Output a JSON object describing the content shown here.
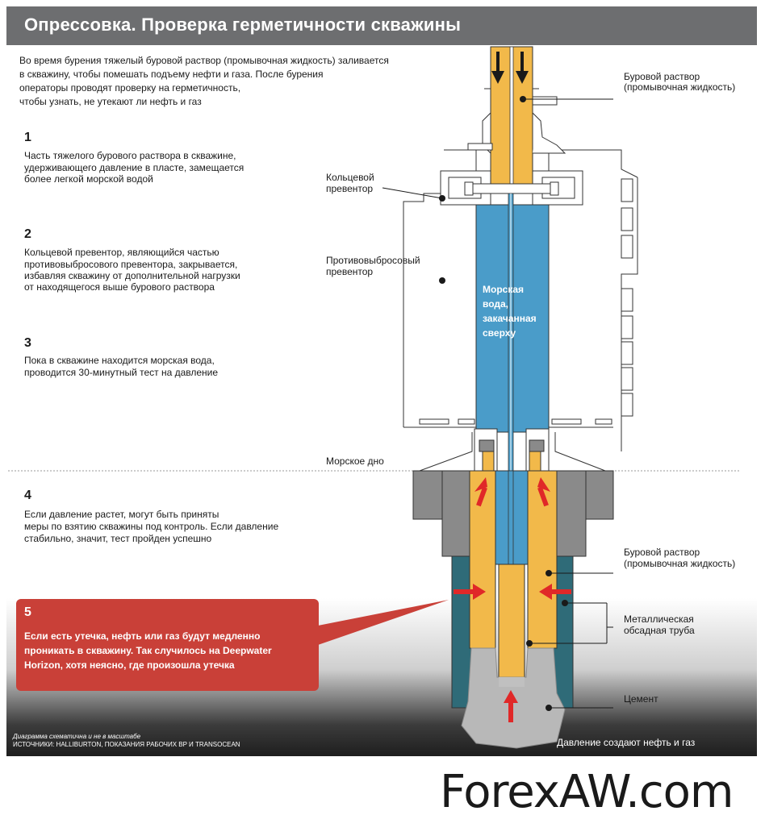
{
  "header": {
    "title": "Опрессовка. Проверка герметичности скважины"
  },
  "intro": [
    "Во время бурения тяжелый буровой раствор (промывочная жидкость) заливается",
    "в скважину, чтобы помешать подъему нефти и газа. После бурения",
    "операторы проводят проверку на герметичность,",
    "чтобы узнать, не утекают ли нефть и газ"
  ],
  "steps": [
    {
      "number": "1",
      "lines": [
        "Часть тяжелого бурового раствора в скважине,",
        "удерживающего давление в пласте, замещается",
        "более легкой морской водой"
      ]
    },
    {
      "number": "2",
      "lines": [
        "Кольцевой превентор, являющийся частью",
        "противовыбросового превентора, закрывается,",
        "избавляя скважину от дополнительной нагрузки",
        "от находящегося выше бурового раствора"
      ]
    },
    {
      "number": "3",
      "lines": [
        "Пока в скважине находится морская вода,",
        "проводится 30-минутный тест на давление"
      ]
    },
    {
      "number": "4",
      "lines": [
        "Если давление растет, могут быть приняты",
        "меры по взятию скважины под контроль. Если давление",
        "стабильно, значит, тест пройден успешно"
      ]
    }
  ],
  "callout": {
    "number": "5",
    "lines": [
      "Если есть утечка, нефть или газ будут медленно",
      "проникать в скважину. Так случилось на Deepwater",
      "Horizon, хотя неясно, где произошла утечка"
    ]
  },
  "labels": {
    "mud_top": [
      "Буровой раствор",
      "(промывочная жидкость)"
    ],
    "annular": [
      "Кольцевой",
      "превентор"
    ],
    "bop": [
      "Противовыбросовый",
      "превентор"
    ],
    "seawater": [
      "Морская",
      "вода,",
      "закачанная",
      "сверху"
    ],
    "seabed": "Морское дно",
    "mud_bottom": [
      "Буровой раствор",
      "(промывочная жидкость)"
    ],
    "casing": [
      "Металлическая",
      "обсадная труба"
    ],
    "cement": "Цемент",
    "pressure": "Давление создают нефть и газ"
  },
  "footer": {
    "note": "Диаграмма схематична и не в масштабе",
    "sources": "ИСТОЧНИКИ: HALLIBURTON, ПОКАЗАНИЯ РАБОЧИХ BP И TRANSOCEAN"
  },
  "watermark": "ForexAW.com",
  "colors": {
    "header_bg": "#6d6e70",
    "mud": "#f2b94a",
    "seawater": "#4a9cc9",
    "casing": "#2f6b78",
    "callout": "#c94038",
    "arrow": "#e02828",
    "steel": "#8a8a8a"
  }
}
